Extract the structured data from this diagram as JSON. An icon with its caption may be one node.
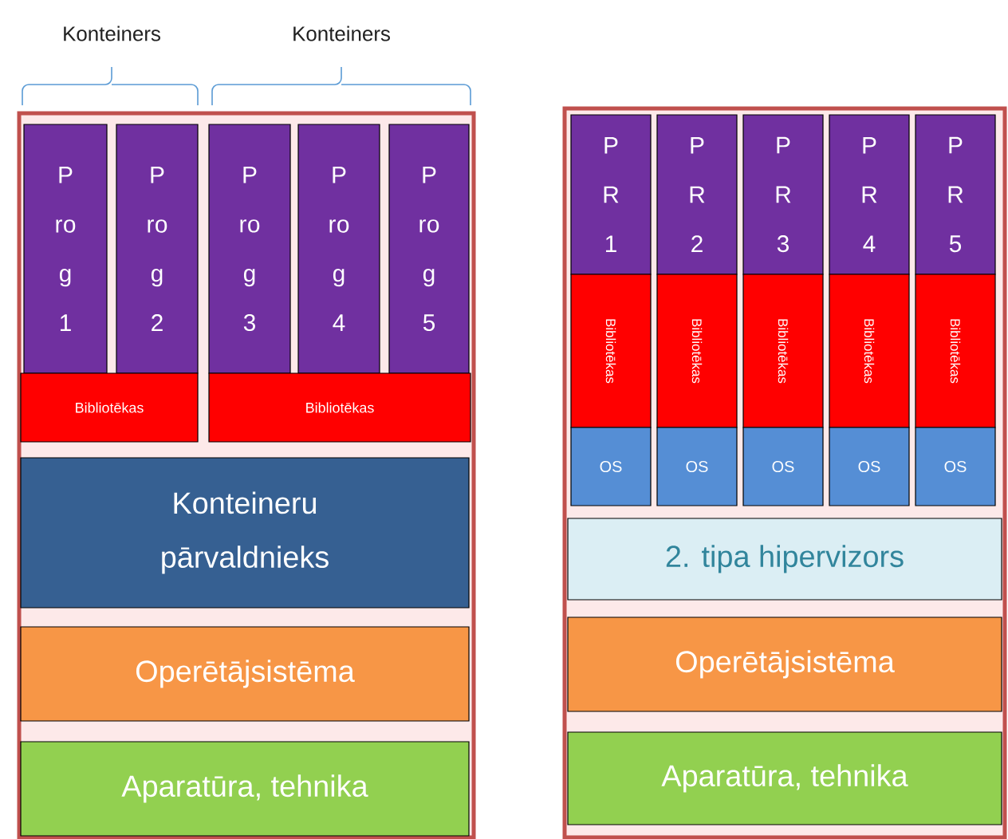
{
  "diagram": {
    "nodes": [
      {
        "text": [],
        "shape": "box"
      },
      {
        "text": [
          "Prog1"
        ],
        "in": 0
      },
      {
        "text": [
          "Prog2"
        ],
        "in": 0
      },
      {
        "text": [
          "Prog3"
        ],
        "in": 0
      },
      {
        "text": [
          "Prog4"
        ],
        "in": 0
      },
      {
        "text": [
          "Prog5"
        ],
        "in": 0
      },
      {
        "text": [
          "Bibliotēkas"
        ],
        "in": 0
      },
      {
        "text": [
          "Bibliotēkas"
        ],
        "in": 0
      },
      {
        "text": [
          "Konteineru pārvaldnieks"
        ],
        "in": 0
      },
      {
        "text": [
          "Operētājsistēma"
        ],
        "in": 0
      },
      {
        "text": [
          "Aparatūra, tehnika"
        ],
        "in": 0
      },
      {
        "text": [],
        "shape": "box"
      },
      {
        "text": [
          "PR1"
        ],
        "in": 11
      },
      {
        "text": [
          "PR2"
        ],
        "in": 11
      },
      {
        "text": [
          "PR3"
        ],
        "in": 11
      },
      {
        "text": [
          "PR4"
        ],
        "in": 11
      },
      {
        "text": [
          "PR5"
        ],
        "in": 11
      },
      {
        "text": [
          "Bibliotēkas"
        ],
        "in": 11
      },
      {
        "text": [
          "Bibliotēkas"
        ],
        "in": 11
      },
      {
        "text": [
          "Bibliotēkas"
        ],
        "in": 11
      },
      {
        "text": [
          "Bibliotēkas"
        ],
        "in": 11
      },
      {
        "text": [
          "Bibliotēkas"
        ],
        "in": 11
      },
      {
        "text": [
          "OS"
        ],
        "in": 11
      },
      {
        "text": [
          "OS"
        ],
        "in": 11
      },
      {
        "text": [
          "OS"
        ],
        "in": 11
      },
      {
        "text": [
          "OS"
        ],
        "in": 11
      },
      {
        "text": [
          "OS"
        ],
        "in": 11
      },
      {
        "text": [
          "2. tipa hipervizors"
        ],
        "in": 11
      },
      {
        "text": [
          "Operētājsistēma"
        ],
        "in": 11
      },
      {
        "text": [
          "Aparatūra, tehnika"
        ],
        "in": 11
      }
    ],
    "edges": [],
    "labels": [
      "Konteiners",
      "Konteiners"
    ]
  }
}
